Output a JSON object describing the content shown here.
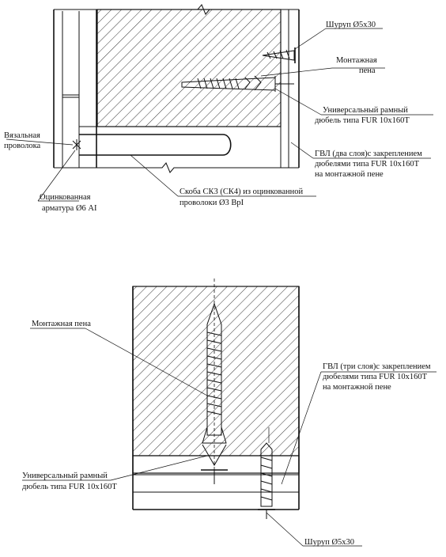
{
  "top_diagram": {
    "labels": {
      "screw": "Шуруп Ø5х30",
      "foam_1": "Монтажная",
      "foam_2": "пена",
      "dowel_1": "Универсальный рамный",
      "dowel_2": "дюбель типа FUR 10х160Т",
      "gvl_1": "ГВЛ (два слоя)с закреплением",
      "gvl_2": "дюбелями типа FUR 10х160Т",
      "gvl_3": "на монтажной пене",
      "tie_1": "Вязальная",
      "tie_2": "проволока",
      "rebar_1": "Оцинкованная",
      "rebar_2": "арматура Ø6 АI",
      "bracket_1": "Скоба СК3 (СК4) из оцинкованной",
      "bracket_2": "проволоки Ø3 ВрI"
    }
  },
  "bottom_diagram": {
    "labels": {
      "foam": "Монтажная пена",
      "gvl_1": "ГВЛ (три слоя)с закреплением",
      "gvl_2": "дюбелями типа FUR 10х160Т",
      "gvl_3": "на монтажной пене",
      "dowel_1": "Универсальный рамный",
      "dowel_2": "дюбель типа FUR 10х160Т",
      "screw": "Шуруп Ø5х30"
    }
  }
}
